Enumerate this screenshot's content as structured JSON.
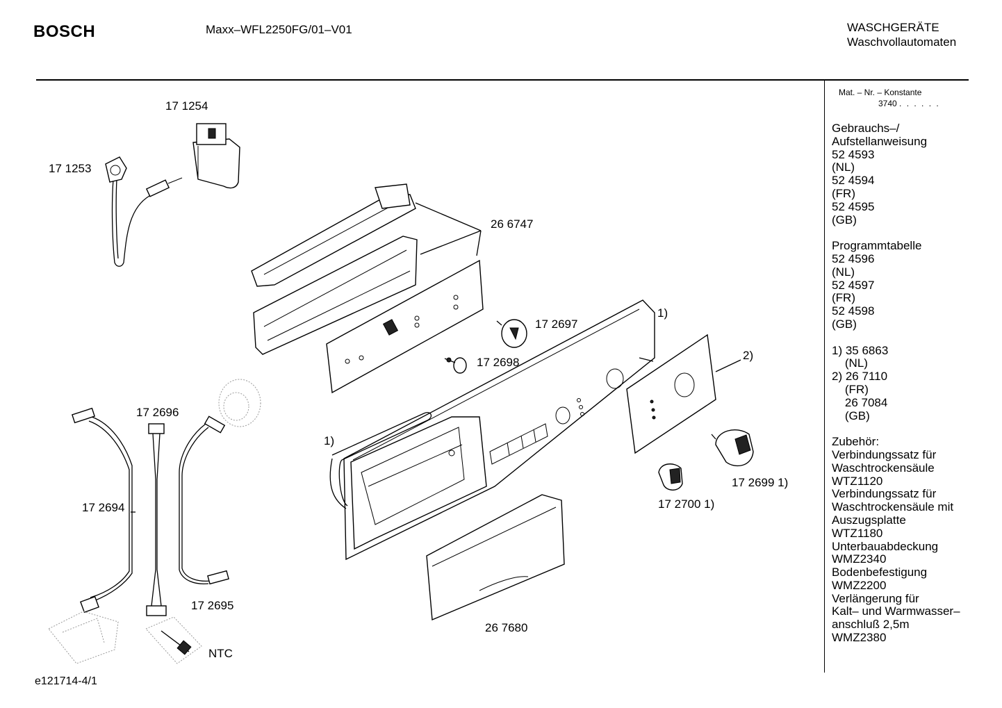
{
  "header": {
    "brand": "BOSCH",
    "model": "Maxx–WFL2250FG/01–V01",
    "category_line1": "WASCHGERÄTE",
    "category_line2": "Waschvollautomaten"
  },
  "sidebar": {
    "mat_label": "Mat. – Nr. – Konstante",
    "mat_number": "3740",
    "mat_dots": ". . . . . .",
    "lines": [
      "Gebrauchs–/",
      "Aufstellanweisung",
      "52 4593",
      "(NL)",
      "52 4594",
      "(FR)",
      "52 4595",
      "(GB)",
      "",
      "Programmtabelle",
      "52 4596",
      "(NL)",
      "52 4597",
      "(FR)",
      "52 4598",
      "(GB)",
      "",
      "1) 35 6863",
      "    (NL)",
      "2) 26 7110",
      "    (FR)",
      "    26 7084",
      "    (GB)",
      "",
      "Zubehör:",
      "Verbindungssatz für",
      "Waschtrockensäule",
      "WTZ1120",
      "Verbindungssatz für",
      "Waschtrockensäule mit",
      "Auszugsplatte",
      "WTZ1180",
      "Unterbauabdeckung",
      "WMZ2340",
      "Bodenbefestigung",
      "WMZ2200",
      "Verlängerung für",
      "Kalt– und Warmwasser–",
      "anschluß 2,5m",
      "WMZ2380"
    ]
  },
  "labels": {
    "p171254": "17 1254",
    "p171253": "17 1253",
    "p266747": "26 6747",
    "p172697": "17 2697",
    "p172698": "17 2698",
    "ref1_top": "1)",
    "ref2": "2)",
    "ref1_left": "1)",
    "p172696": "17 2696",
    "p172694": "17 2694",
    "p172695": "17 2695",
    "ntc": "NTC",
    "p172699": "17 2699 1)",
    "p172700": "17 2700 1)",
    "p267680": "26 7680"
  },
  "footer": {
    "code": "e121714-4/1"
  }
}
